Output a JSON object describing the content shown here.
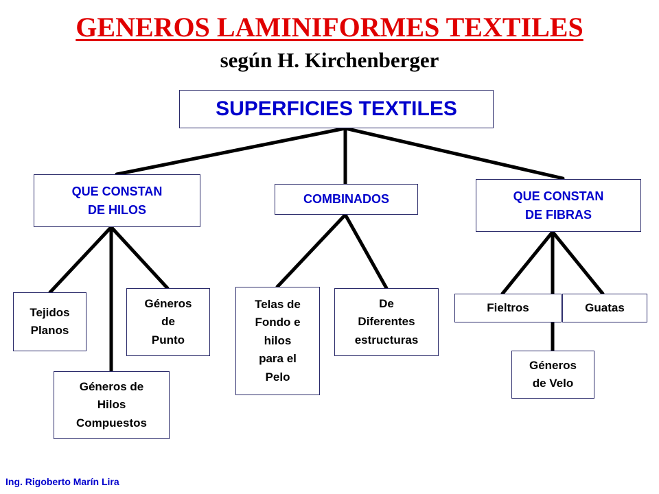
{
  "title": "GENEROS LAMINIFORMES TEXTILES",
  "subtitle": "según H. Kirchenberger",
  "diagram": {
    "root": "SUPERFICIES TEXTILES",
    "categories": {
      "hilos": "QUE CONSTAN\nDE HILOS",
      "combinados": "COMBINADOS",
      "fibras": "QUE CONSTAN\nDE FIBRAS"
    },
    "leaves": {
      "tejidos_planos": "Tejidos\nPlanos",
      "generos_punto": "Géneros\nde\nPunto",
      "hilos_compuestos": "Géneros de\nHilos\nCompuestos",
      "telas_fondo": "Telas de\nFondo e\nhilos\npara el\nPelo",
      "diferentes_estructuras": "De\nDiferentes\nestructuras",
      "fieltros": "Fieltros",
      "guatas": "Guatas",
      "generos_velo": "Géneros\nde Velo"
    }
  },
  "footer": "Ing. Rigoberto Marín Lira",
  "colors": {
    "title": "#e00000",
    "root_text": "#0000cc",
    "category_text": "#0000cc",
    "leaf_text": "#000000",
    "box_border": "#2a2a6a",
    "connector": "#000000",
    "footer": "#0000cc"
  }
}
